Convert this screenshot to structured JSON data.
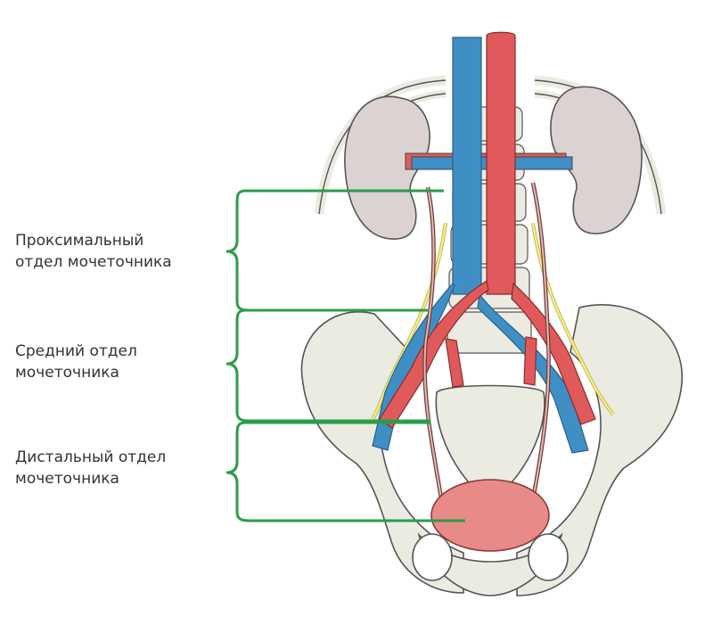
{
  "labels": {
    "proximal": {
      "line1": "Проксимальный",
      "line2": "отдел мочеточника"
    },
    "middle": {
      "line1": "Средний отдел",
      "line2": "мочеточника"
    },
    "distal": {
      "line1": "Дистальный отдел",
      "line2": "мочеточника"
    }
  },
  "colors": {
    "bracket": "#2a9d4a",
    "bone": "#ebebe2",
    "bone_outline": "#555555",
    "kidney": "#ddd2d2",
    "artery": "#e05a5c",
    "vein": "#3f8fc4",
    "bladder": "#e88a87",
    "nerve": "#f4ec8a"
  }
}
